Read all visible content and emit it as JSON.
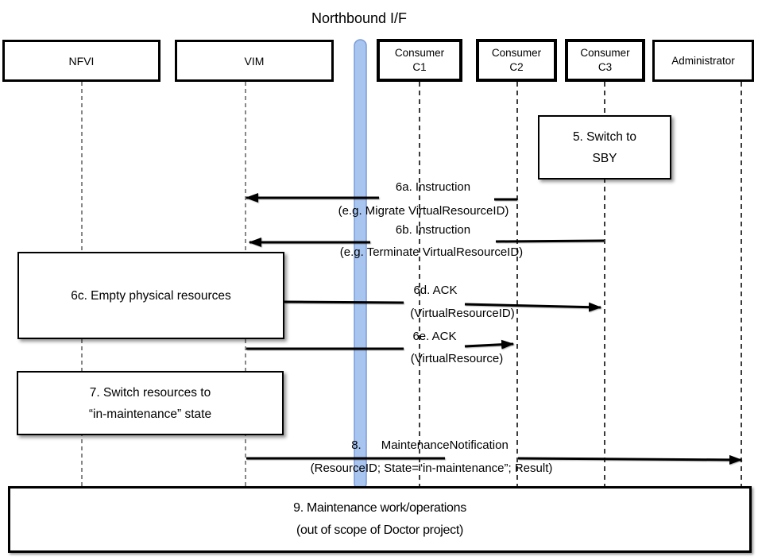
{
  "title": "Northbound I/F",
  "actors": {
    "nfvi": {
      "label": "NFVI"
    },
    "vim": {
      "label": "VIM"
    },
    "c1": {
      "line1": "Consumer",
      "line2": "C1"
    },
    "c2": {
      "line1": "Consumer",
      "line2": "C2"
    },
    "c3": {
      "line1": "Consumer",
      "line2": "C3"
    },
    "admin": {
      "label": "Administrator"
    }
  },
  "notes": {
    "n5": {
      "line1": "5. Switch to",
      "line2": "SBY"
    },
    "n6c": {
      "text": "6c. Empty physical resources"
    },
    "n7": {
      "line1": "7. Switch resources to",
      "line2": "“in-maintenance” state"
    },
    "n9": {
      "line1": "9. Maintenance work/operations",
      "line2": "(out of scope of Doctor project)"
    }
  },
  "messages": {
    "m6a": {
      "title": "6a. Instruction",
      "detail": "(e.g. Migrate VirtualResourceID)"
    },
    "m6b": {
      "title": "6b. Instruction",
      "detail": "(e.g. Terminate VirtualResourceID)"
    },
    "m6d": {
      "title": "6d. ACK",
      "detail": "(VirtualResourceID)"
    },
    "m6e": {
      "title": "6e. ACK",
      "detail": "(VirtualResource)"
    },
    "m8": {
      "title": "8.      MaintenanceNotification",
      "detail": "(ResourceID; State=“in-maintenance”; Result)"
    }
  },
  "colors": {
    "bar_fill": "#A8C5F0",
    "bar_border": "#7A9CD9",
    "arrow": "#000000",
    "lifeline_left": "#6b6b6b",
    "lifeline_right": "#262626"
  }
}
